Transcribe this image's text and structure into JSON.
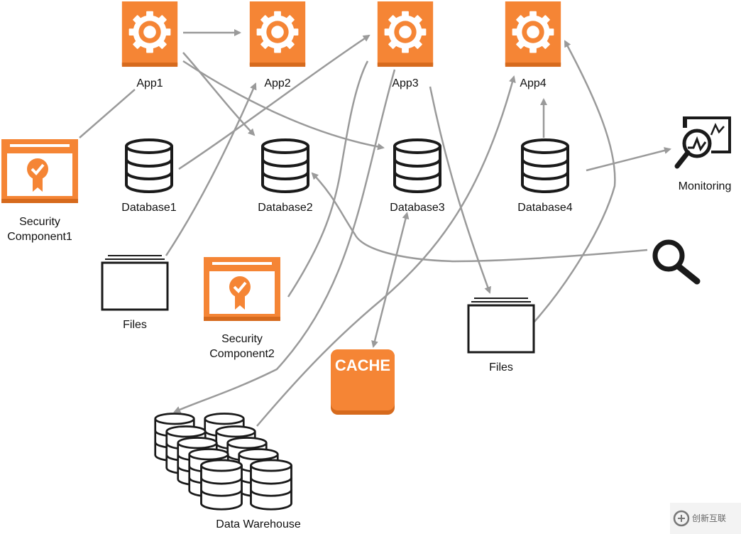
{
  "colors": {
    "orange": "#f58535",
    "orange_dark": "#d66a1d",
    "edge": "#9a9a9a",
    "ink": "#1a1a1a"
  },
  "nodes": {
    "app1": {
      "label": "App1",
      "icon": "gear-icon"
    },
    "app2": {
      "label": "App2",
      "icon": "gear-icon"
    },
    "app3": {
      "label": "App3",
      "icon": "gear-icon"
    },
    "app4": {
      "label": "App4",
      "icon": "gear-icon"
    },
    "database1": {
      "label": "Database1",
      "icon": "database-icon"
    },
    "database2": {
      "label": "Database2",
      "icon": "database-icon"
    },
    "database3": {
      "label": "Database3",
      "icon": "database-icon"
    },
    "database4": {
      "label": "Database4",
      "icon": "database-icon"
    },
    "security1": {
      "label_line1": "Security",
      "label_line2": "Component1",
      "icon": "certificate-icon"
    },
    "security2": {
      "label_line1": "Security",
      "label_line2": "Component2",
      "icon": "certificate-icon"
    },
    "files1": {
      "label": "Files",
      "icon": "files-icon"
    },
    "files2": {
      "label": "Files",
      "icon": "files-icon"
    },
    "monitoring": {
      "label": "Monitoring",
      "icon": "monitoring-icon"
    },
    "search": {
      "icon": "magnifier-icon"
    },
    "cache": {
      "label": "CACHE",
      "icon": "cache-icon"
    },
    "warehouse": {
      "label": "Data Warehouse",
      "icon": "database-cluster-icon"
    }
  },
  "watermark": {
    "text": "创新互联",
    "icon": "logo-icon"
  }
}
